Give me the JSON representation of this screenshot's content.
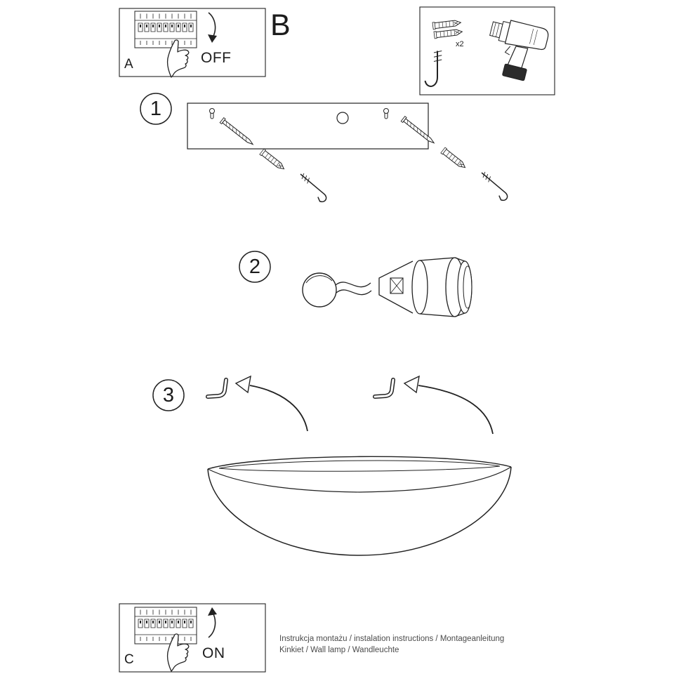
{
  "page": {
    "background": "#ffffff",
    "line_color": "#222222"
  },
  "panel_a": {
    "label": "A",
    "action": "OFF"
  },
  "section_b": {
    "label": "B"
  },
  "tools": {
    "quantity": "x2"
  },
  "steps": {
    "one": "1",
    "two": "2",
    "three": "3"
  },
  "panel_c": {
    "label": "C",
    "action": "ON"
  },
  "footer": {
    "line1": "Instrukcja montażu / instalation instructions / Montageanleitung",
    "line2": "Kinkiet / Wall lamp / Wandleuchte"
  }
}
